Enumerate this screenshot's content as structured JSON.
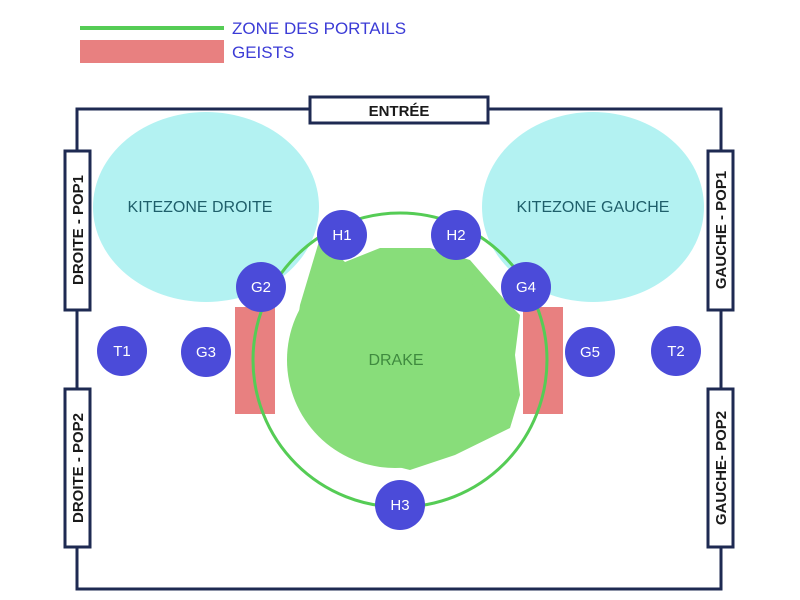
{
  "legend": {
    "portal_label": "ZONE DES PORTAILS",
    "geists_label": "GEISTS"
  },
  "labels": {
    "entrance": "ENTRÉE",
    "kitezone_right": "KITEZONE DROITE",
    "kitezone_left": "KITEZONE GAUCHE",
    "boss": "DRAKE",
    "left_pop1": "DROITE - POP1",
    "left_pop2": "DROITE - POP2",
    "right_pop1": "GAUCHE - POP1",
    "right_pop2": "GAUCHE- POP2"
  },
  "markers": {
    "h1": "H1",
    "h2": "H2",
    "h3": "H3",
    "g2": "G2",
    "g3": "G3",
    "g4": "G4",
    "g5": "G5",
    "t1": "T1",
    "t2": "T2"
  },
  "colors": {
    "portal_zone": "#55cc55",
    "geists": "#e88080",
    "kitezone": "#b3f2f2",
    "boss_area": "#88dd7a",
    "marker": "#4b4bd9",
    "legend_text": "#3b3bd6",
    "wall": "#1e2a52"
  }
}
